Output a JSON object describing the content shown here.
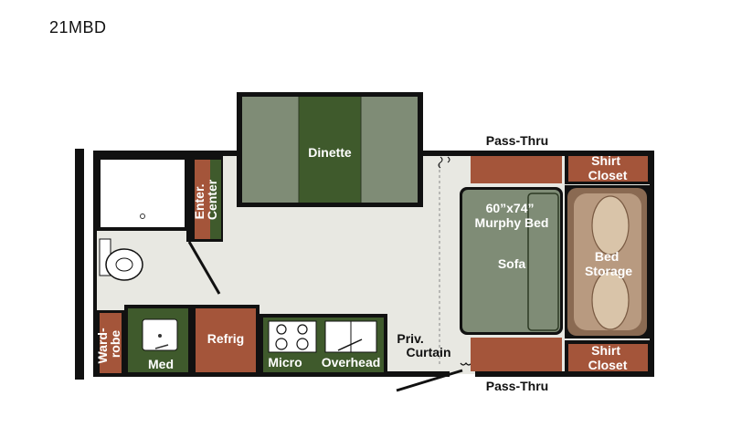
{
  "model": "21MBD",
  "labels": {
    "dinette": "Dinette",
    "pass_thru_top": "Pass-Thru",
    "pass_thru_bottom": "Pass-Thru",
    "shirt_closet_top_1": "Shirt",
    "shirt_closet_top_2": "Closet",
    "shirt_closet_bottom_1": "Shirt",
    "shirt_closet_bottom_2": "Closet",
    "murphy_bed_1": "60”x74”",
    "murphy_bed_2": "Murphy Bed",
    "sofa": "Sofa",
    "bed_storage_1": "Bed",
    "bed_storage_2": "Storage",
    "enter_center_1": "Enter.",
    "enter_center_2": "Center",
    "wardrobe_1": "Ward-",
    "wardrobe_2": "robe",
    "med": "Med",
    "refrig": "Refrig",
    "micro": "Micro",
    "overhead": "Overhead",
    "priv_curtain_1": "Priv.",
    "priv_curtain_2": "Curtain"
  },
  "colors": {
    "floor": "#e8e8e2",
    "wall": "#111111",
    "green": "#3f5a2c",
    "gray_green": "#7f8c76",
    "wood": "#a4553a",
    "white_fixture": "#ffffff",
    "bed_brown": "#8a6a52",
    "bed_tan": "#d9c4a9"
  }
}
